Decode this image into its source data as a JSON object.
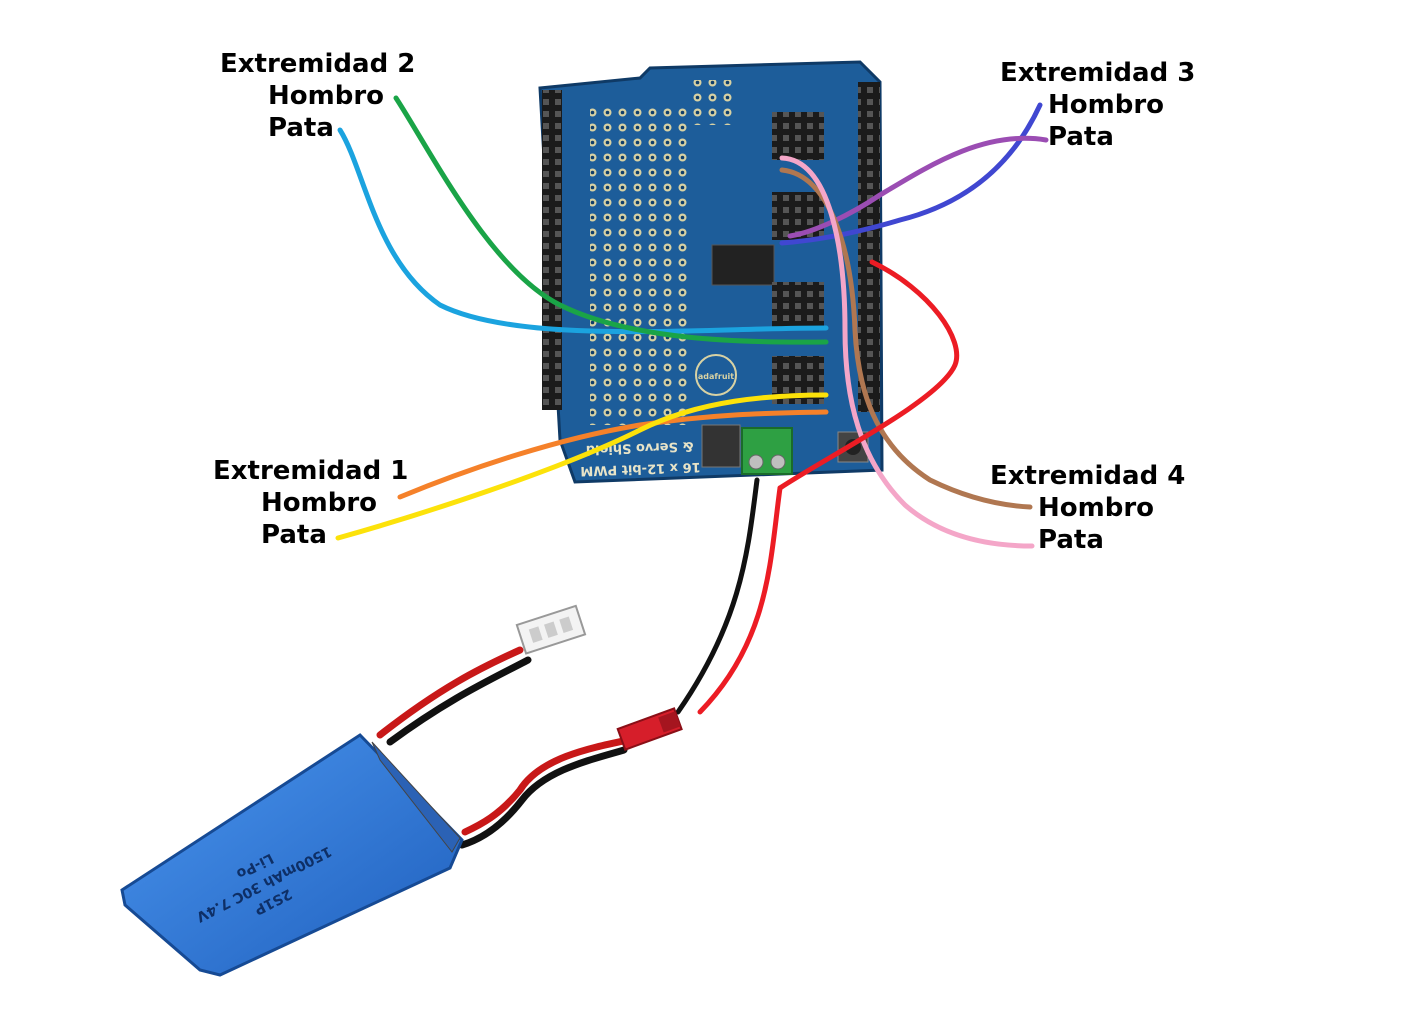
{
  "labels": {
    "ext1": {
      "title": "Extremidad 1",
      "hombro": "Hombro",
      "pata": "Pata"
    },
    "ext2": {
      "title": "Extremidad 2",
      "hombro": "Hombro",
      "pata": "Pata"
    },
    "ext3": {
      "title": "Extremidad 3",
      "hombro": "Hombro",
      "pata": "Pata"
    },
    "ext4": {
      "title": "Extremidad 4",
      "hombro": "Hombro",
      "pata": "Pata"
    }
  },
  "board": {
    "silkscreen_1": "16 x 12-bit PWM",
    "silkscreen_2": "& Servo Shield",
    "logo_text": "adafruit"
  },
  "battery": {
    "print_line_1": "2S1P",
    "print_line_2": "1500mAh 30C 7.4V",
    "print_line_3": "Li-Po"
  },
  "colors": {
    "ext1_hombro": "#f5812a",
    "ext1_pata": "#fce20a",
    "ext2_hombro": "#1aa447",
    "ext2_pata": "#1ba3df",
    "ext3_hombro": "#4047d1",
    "ext3_pata": "#9b4db3",
    "ext4_hombro": "#b07751",
    "ext4_pata": "#f4a6c8",
    "power_positive": "#ec1c24",
    "power_negative": "#111111",
    "board": "#1d5d9a",
    "battery": "#2f7fe0"
  }
}
